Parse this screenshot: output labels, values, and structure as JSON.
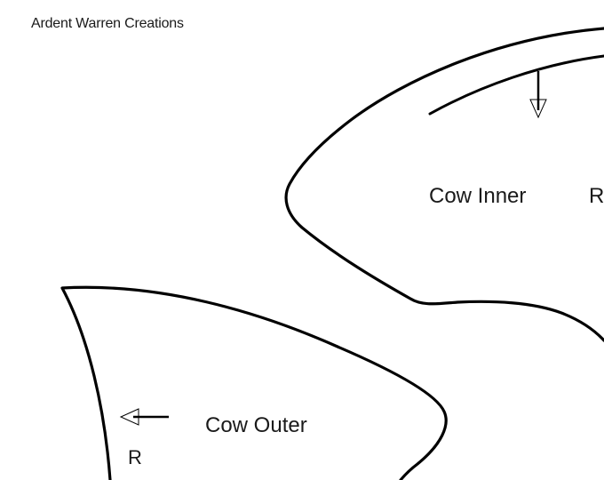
{
  "brand": {
    "name": "Ardent Warren Creations"
  },
  "pieces": {
    "inner": {
      "name": "Cow Inner",
      "side_marker": "R"
    },
    "outer": {
      "name": "Cow Outer",
      "side_marker": "R"
    }
  },
  "colors": {
    "line": "#000000",
    "paper": "#ffffff"
  }
}
